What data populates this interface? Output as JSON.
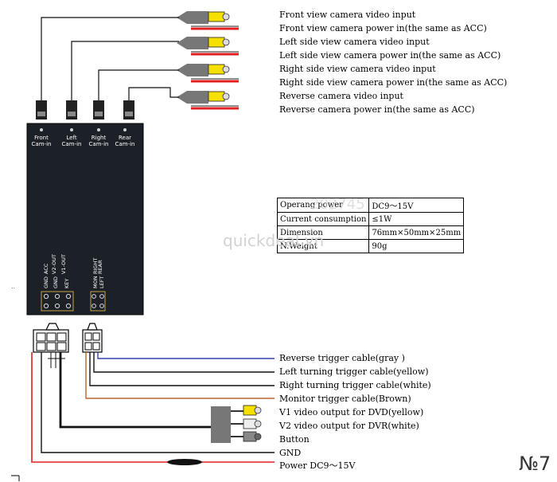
{
  "top_labels": [
    "Front view camera video input",
    "Front view camera power in(the same as ACC)",
    "Left side view camera video input",
    "Left side view camera power in(the same as ACC)",
    "Right side view camera video input",
    "Right side view camera power in(the same as ACC)",
    "Reverse camera video input",
    "Reverse camera power in(the same as ACC)"
  ],
  "camera_ports": [
    {
      "line1": "Front",
      "line2": "Cam-in"
    },
    {
      "line1": "Left",
      "line2": "Cam-in"
    },
    {
      "line1": "Right",
      "line2": "Cam-in"
    },
    {
      "line1": "Rear",
      "line2": "Cam-in"
    }
  ],
  "pin_labels": {
    "block1_top": [
      "ACC",
      "V2-OUT",
      "V1-OUT"
    ],
    "block1_bottom": [
      "GND",
      "GND",
      "KEY"
    ],
    "block2_top": [
      "RIGHT",
      "LEFT"
    ],
    "block2_bottom": [
      "MON",
      "REAR"
    ]
  },
  "specs": [
    {
      "key": "Operang power",
      "value": "DC9～15V"
    },
    {
      "key": "Current consumption",
      "value": "≤1W"
    },
    {
      "key": "Dimension",
      "value": "76mm×50mm×25mm"
    },
    {
      "key": "N.Weight",
      "value": "90g"
    }
  ],
  "watermark": {
    "text": "quickdeal.vn",
    "number": "202745"
  },
  "bottom_labels": [
    "Reverse trigger cable(gray )",
    "Left turning trigger cable(yellow)",
    "Right turning trigger cable(white)",
    "Monitor trigger cable(Brown)",
    "V1 video output for DVD(yellow)",
    "V2 video output for DVR(white)",
    "Button",
    "GND",
    "Power DC9～15V"
  ],
  "page_number": "№7",
  "colors": {
    "box": "#1c2128",
    "rca_yellow": "#f5e000",
    "power_red": "#e02020",
    "trigger_gray": "#3344aa",
    "trigger_brown": "#b8642a",
    "gnd_black": "#111111"
  }
}
